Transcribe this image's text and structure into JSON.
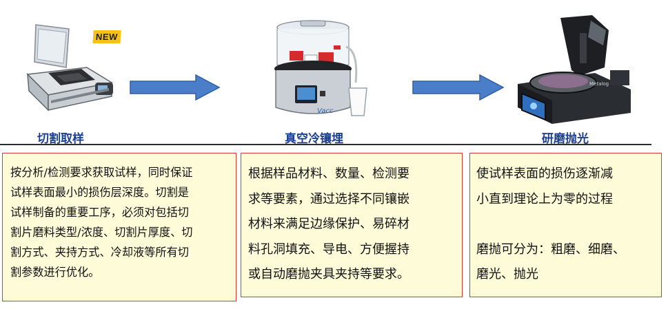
{
  "steps": [
    {
      "caption": "切割取样"
    },
    {
      "caption": "真空冷镶埋"
    },
    {
      "caption": "研磨抛光"
    }
  ],
  "badge_new": "NEW",
  "boxes": [
    {
      "lines": [
        "按分析/检测要求获取试样，同时保证",
        "试样表面最小的损伤层深度。切割是",
        "试样制备的重要工序，必须对包括切",
        "割片磨料类型/浓度、切割片厚度、切",
        "割方式、夹持方式、冷却液等所有切",
        "割参数进行优化。"
      ]
    },
    {
      "lines": [
        "根据样品材料、数量、检测要",
        "求等要素，通过选择不同镶嵌",
        "材料来满足边缘保护、易碎材",
        "料孔洞填充、导电、方便握持",
        "或自动磨抛夹具夹持等要求。"
      ]
    },
    {
      "lines": [
        "使试样表面的损伤逐渐减",
        "小直到理论上为零的过程",
        "",
        "磨抛可分为：粗磨、细磨、",
        "磨光、抛光"
      ]
    }
  ],
  "colors": {
    "caption": "#1c3f8f",
    "arrow": "#4a7ec8",
    "box_bg": "#fefbd9",
    "box_border": "#d23a3a"
  }
}
